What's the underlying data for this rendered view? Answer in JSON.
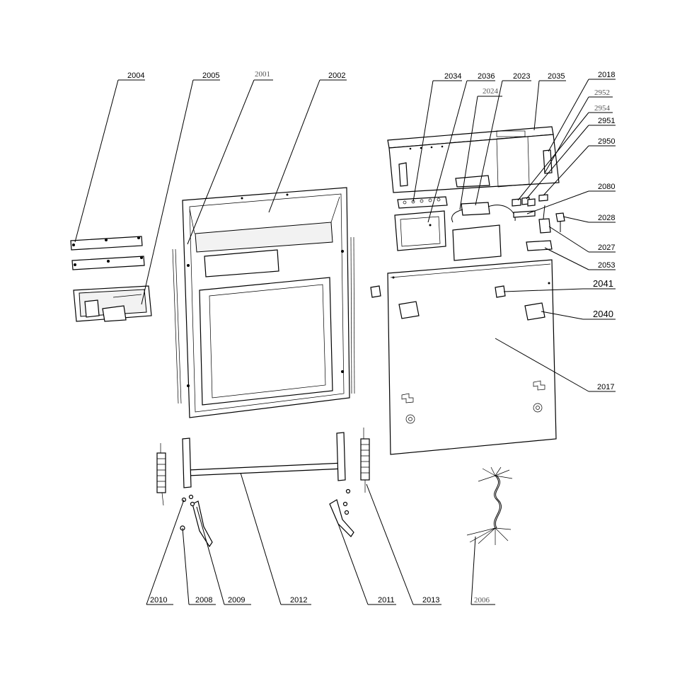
{
  "labels": {
    "p2004": "2004",
    "p2005": "2005",
    "p2001": "2001",
    "p2002": "2002",
    "p2034": "2034",
    "p2036": "2036",
    "p2024": "2024",
    "p2023": "2023",
    "p2035": "2035",
    "p2018": "2018",
    "p2952": "2952",
    "p2954": "2954",
    "p2951": "2951",
    "p2950": "2950",
    "p2080": "2080",
    "p2028": "2028",
    "p2027": "2027",
    "p2053": "2053",
    "p2041": "2041",
    "p2040": "2040",
    "p2017": "2017",
    "p2010": "2010",
    "p2008": "2008",
    "p2009": "2009",
    "p2012": "2012",
    "p2011": "2011",
    "p2013": "2013",
    "p2006": "2006"
  }
}
